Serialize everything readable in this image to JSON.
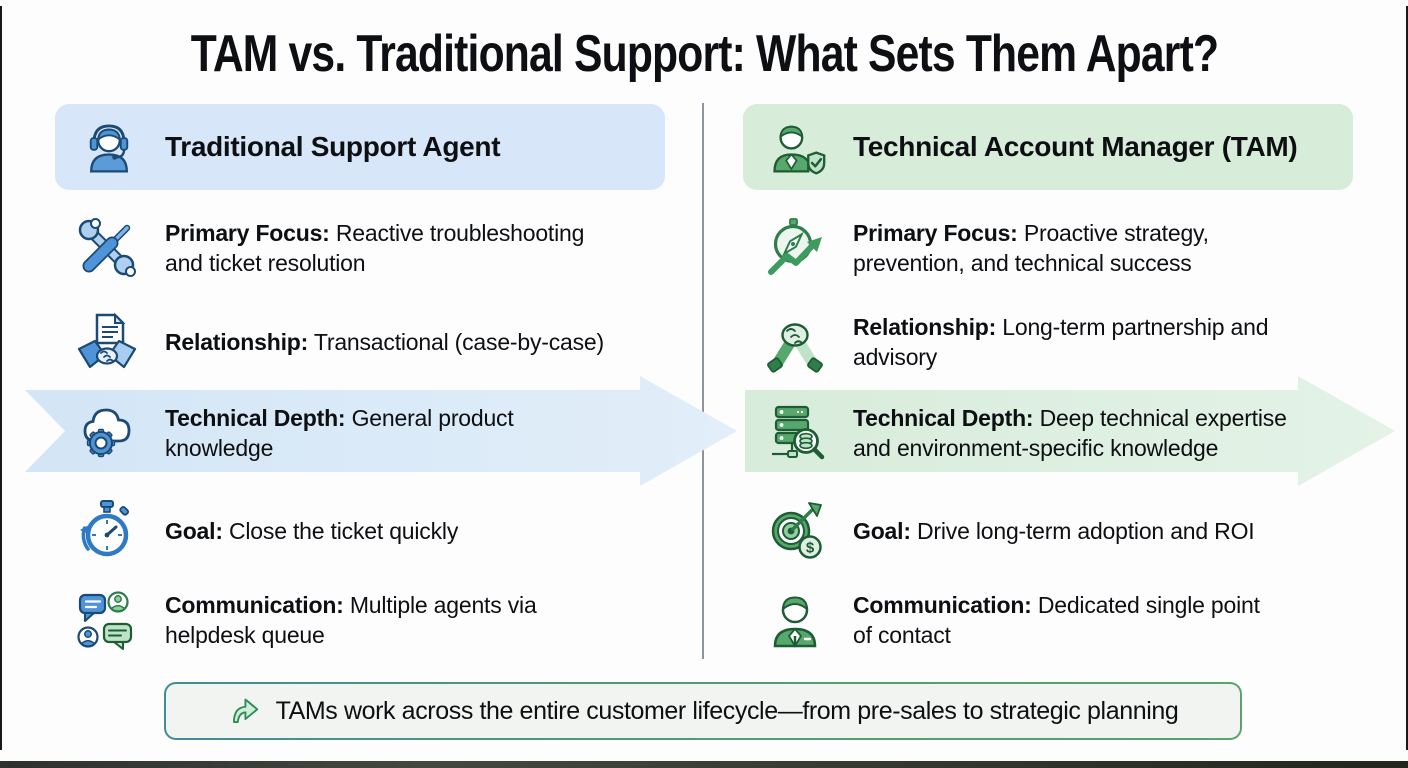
{
  "title": "TAM vs. Traditional Support: What Sets Them Apart?",
  "columns": {
    "left": {
      "header": "Traditional Support Agent",
      "header_icon": "headset-agent-icon",
      "theme_color": "#d7e7f9",
      "accent_color": "#3d85c8",
      "rows": [
        {
          "icon": "tools-icon",
          "label": "Primary Focus:",
          "text": "Reactive troubleshooting\nand ticket resolution"
        },
        {
          "icon": "handshake-document-icon",
          "label": "Relationship:",
          "text": "Transactional (case-by-case)"
        },
        {
          "icon": "cloud-gear-icon",
          "label": "Technical Depth:",
          "text": "General product\nknowledge"
        },
        {
          "icon": "stopwatch-icon",
          "label": "Goal:",
          "text": "Close the ticket quickly"
        },
        {
          "icon": "chat-bubbles-icon",
          "label": "Communication:",
          "text": "Multiple agents via\nhelpdesk queue"
        }
      ]
    },
    "right": {
      "header": "Technical Account Manager (TAM)",
      "header_icon": "person-shield-icon",
      "theme_color": "#d8ecda",
      "accent_color": "#4ea06a",
      "rows": [
        {
          "icon": "compass-growth-icon",
          "label": "Primary Focus:",
          "text": "Proactive strategy,\nprevention, and technical success"
        },
        {
          "icon": "partnership-hands-icon",
          "label": "Relationship:",
          "text": "Long-term partnership and\nadvisory"
        },
        {
          "icon": "server-magnifier-icon",
          "label": "Technical Depth:",
          "text": "Deep technical expertise\nand environment-specific knowledge"
        },
        {
          "icon": "target-dollar-icon",
          "label": "Goal:",
          "text": "Drive long-term adoption and ROI"
        },
        {
          "icon": "businessman-icon",
          "label": "Communication:",
          "text": "Dedicated single point\nof contact"
        }
      ]
    }
  },
  "highlight_bands": {
    "left_color": "#d8e9f7",
    "right_color": "#ddeede",
    "row_label": "Technical Depth:"
  },
  "footnote": {
    "icon": "share-arrow-icon",
    "text": "TAMs work across the entire customer lifecycle—from pre-sales to strategic planning"
  }
}
